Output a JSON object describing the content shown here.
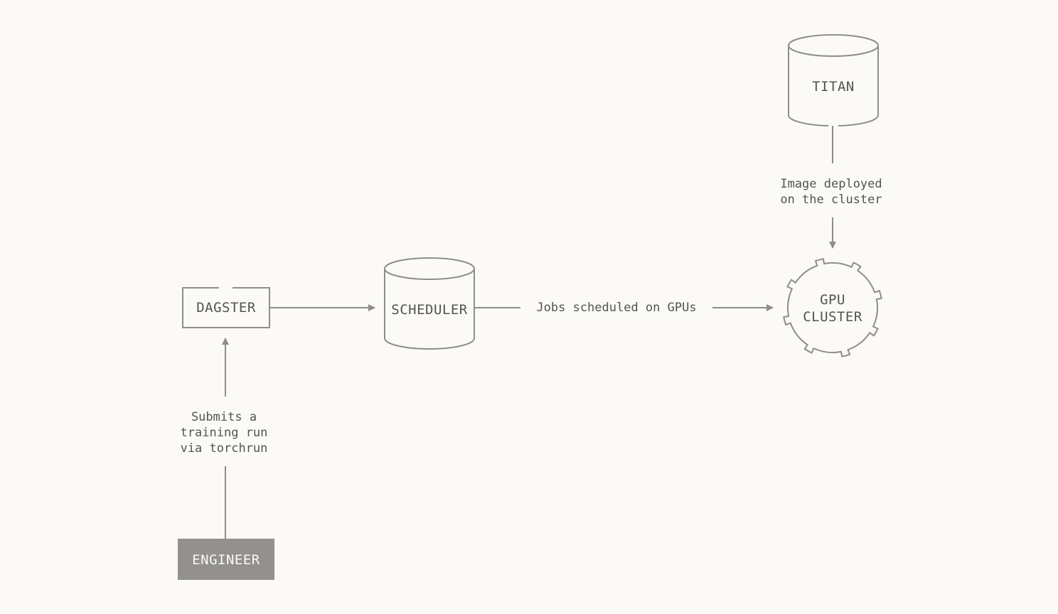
{
  "nodes": {
    "dagster": {
      "label": "DAGSTER"
    },
    "scheduler": {
      "label": "SCHEDULER"
    },
    "titan": {
      "label": "TITAN"
    },
    "gpu_cluster": {
      "label_line1": "GPU",
      "label_line2": "CLUSTER"
    },
    "engineer": {
      "label": "ENGINEER"
    }
  },
  "edges": {
    "engineer_to_dagster": {
      "label_line1": "Submits a",
      "label_line2": "training run",
      "label_line3": "via torchrun"
    },
    "dagster_to_scheduler": {},
    "scheduler_to_gpu_cluster": {
      "label": "Jobs scheduled on GPUs"
    },
    "titan_to_gpu_cluster": {
      "label_line1": "Image deployed",
      "label_line2": "on the cluster"
    }
  },
  "colors": {
    "background": "#fbfaf7",
    "stroke": "#8f8d89",
    "text": "#555350",
    "engineer_fill": "#93918d"
  }
}
